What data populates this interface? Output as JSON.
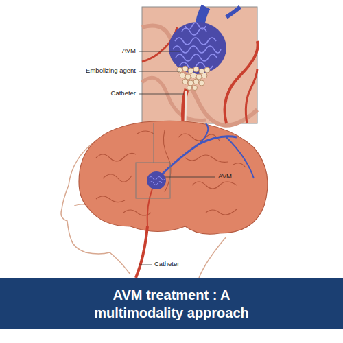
{
  "diagram": {
    "nodes": [
      {
        "text": [
          "AVM treatment : A multimodality approach"
        ]
      }
    ],
    "labels": [
      "AVM",
      "Embolizing agent",
      "Catheter",
      "AVM",
      "Catheter"
    ]
  }
}
